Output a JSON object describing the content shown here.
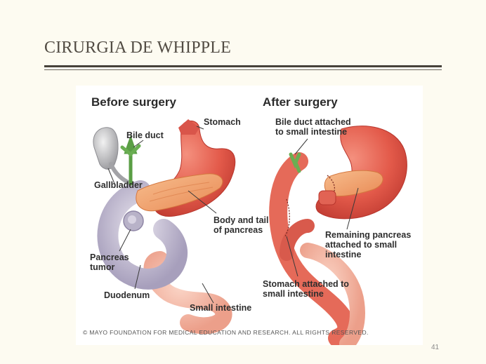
{
  "slide": {
    "title": "CIRURGIA DE WHIPPLE",
    "number": "41"
  },
  "before": {
    "heading": "Before surgery",
    "labels": {
      "stomach": [
        "Stomach"
      ],
      "bile_duct": [
        "Bile duct"
      ],
      "gallbladder": [
        "Gallbladder"
      ],
      "pancreas_body": [
        "Body and tail",
        "of pancreas"
      ],
      "tumor": [
        "Pancreas",
        "tumor"
      ],
      "duodenum": [
        "Duodenum"
      ],
      "small_intestine": [
        "Small intestine"
      ]
    }
  },
  "after": {
    "heading": "After surgery",
    "labels": {
      "bile_duct": [
        "Bile duct attached",
        "to small intestine"
      ],
      "remaining_pancreas": [
        "Remaining pancreas",
        "attached to small",
        "intestine"
      ],
      "stomach": [
        "Stomach attached to",
        "small intestine"
      ]
    }
  },
  "copyright": "© MAYO FOUNDATION FOR MEDICAL EDUCATION AND RESEARCH. ALL RIGHTS RESERVED.",
  "colors": {
    "background": "#fdfbf1",
    "organ_red": "#e25a4c",
    "pancreas_orange": "#ee9a6a",
    "duodenum_lavender": "#c9c2d6",
    "bile_green": "#7bbd62"
  }
}
